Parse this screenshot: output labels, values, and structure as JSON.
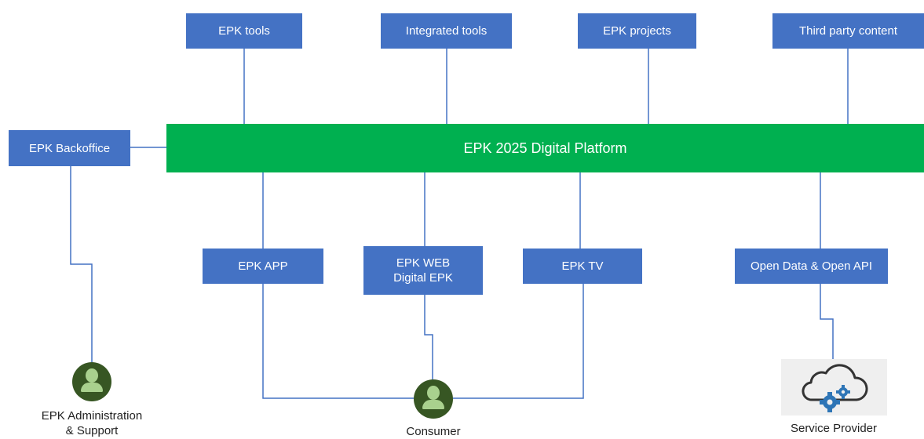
{
  "platform": {
    "label": "EPK 2025 Digital Platform"
  },
  "top_boxes": [
    {
      "label": "EPK tools"
    },
    {
      "label": "Integrated tools"
    },
    {
      "label": "EPK projects"
    },
    {
      "label": "Third party content"
    }
  ],
  "backoffice": {
    "label": "EPK Backoffice"
  },
  "channels": [
    {
      "label": "EPK APP"
    },
    {
      "label": "EPK WEB\nDigital EPK"
    },
    {
      "label": "EPK TV"
    },
    {
      "label": "Open Data & Open API"
    }
  ],
  "actors": {
    "admin": {
      "label": "EPK Administration\n& Support"
    },
    "consumer": {
      "label": "Consumer"
    },
    "provider": {
      "label": "Service Provider"
    }
  },
  "colors": {
    "box": "#4472C4",
    "platform": "#00B050",
    "connector": "#4472C4",
    "actor_bg": "#375623",
    "actor_fg": "#A9D18E",
    "cloud_stroke": "#333333",
    "gear": "#2E75B6"
  },
  "icons": {
    "actor": "user-icon",
    "provider": "cloud-gear-icon"
  }
}
